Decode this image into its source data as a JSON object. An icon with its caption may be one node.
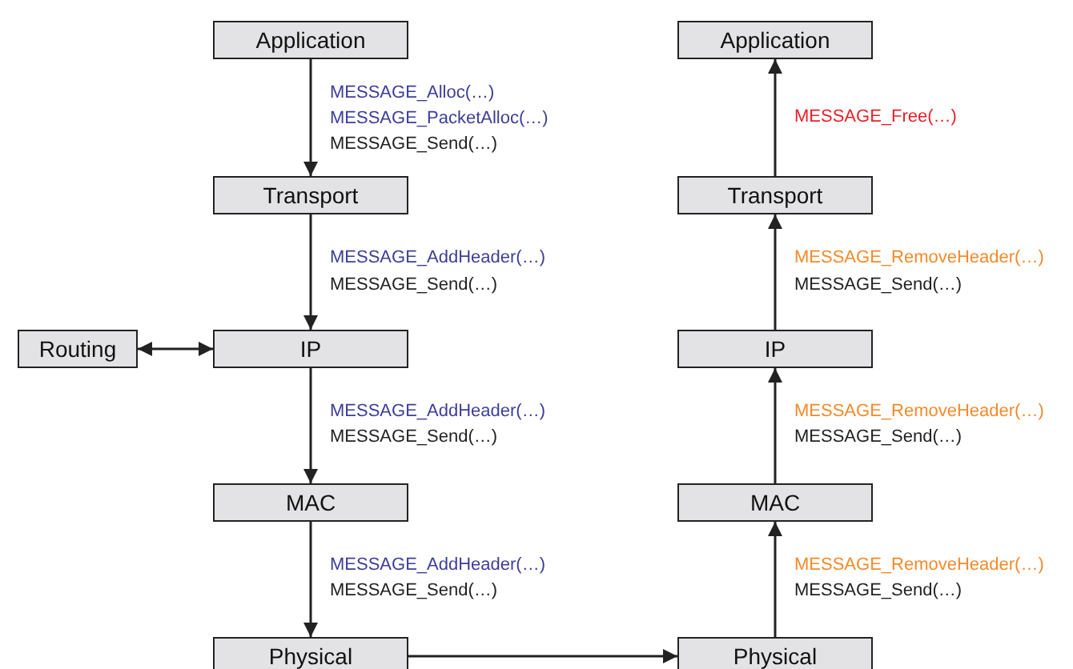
{
  "diagram": {
    "nodes": [
      {
        "text": [
          "Application"
        ]
      },
      {
        "text": [
          "Transport"
        ]
      },
      {
        "text": [
          "IP"
        ]
      },
      {
        "text": [
          "MAC"
        ]
      },
      {
        "text": [
          "Physical"
        ]
      },
      {
        "text": [
          "Routing"
        ]
      },
      {
        "text": [
          "Application"
        ]
      },
      {
        "text": [
          "Transport"
        ]
      },
      {
        "text": [
          "IP"
        ]
      },
      {
        "text": [
          "MAC"
        ]
      },
      {
        "text": [
          "Physical"
        ]
      }
    ],
    "edges": [
      {
        "from": 0,
        "to": 1,
        "arrow": "to"
      },
      {
        "from": 1,
        "to": 2,
        "arrow": "to"
      },
      {
        "from": 2,
        "to": 3,
        "arrow": "to"
      },
      {
        "from": 3,
        "to": 4,
        "arrow": "to"
      },
      {
        "from": 5,
        "to": 2,
        "arrow": "both"
      },
      {
        "from": 4,
        "to": 10,
        "arrow": "to"
      },
      {
        "from": 10,
        "to": 9,
        "arrow": "to"
      },
      {
        "from": 9,
        "to": 8,
        "arrow": "to"
      },
      {
        "from": 8,
        "to": 7,
        "arrow": "to"
      },
      {
        "from": 7,
        "to": 6,
        "arrow": "to"
      }
    ],
    "labels": [
      "MESSAGE_Alloc(…)",
      "MESSAGE_PacketAlloc(…)",
      "MESSAGE_Send(…)",
      "MESSAGE_Free(…)",
      "MESSAGE_AddHeader(…)",
      "MESSAGE_Send(…)",
      "MESSAGE_RemoveHeader(…)",
      "MESSAGE_Send(…)",
      "MESSAGE_AddHeader(…)",
      "MESSAGE_Send(…)",
      "MESSAGE_RemoveHeader(…)",
      "MESSAGE_Send(…)",
      "MESSAGE_AddHeader(…)",
      "MESSAGE_Send(…)",
      "MESSAGE_RemoveHeader(…)",
      "MESSAGE_Send(…)"
    ]
  }
}
